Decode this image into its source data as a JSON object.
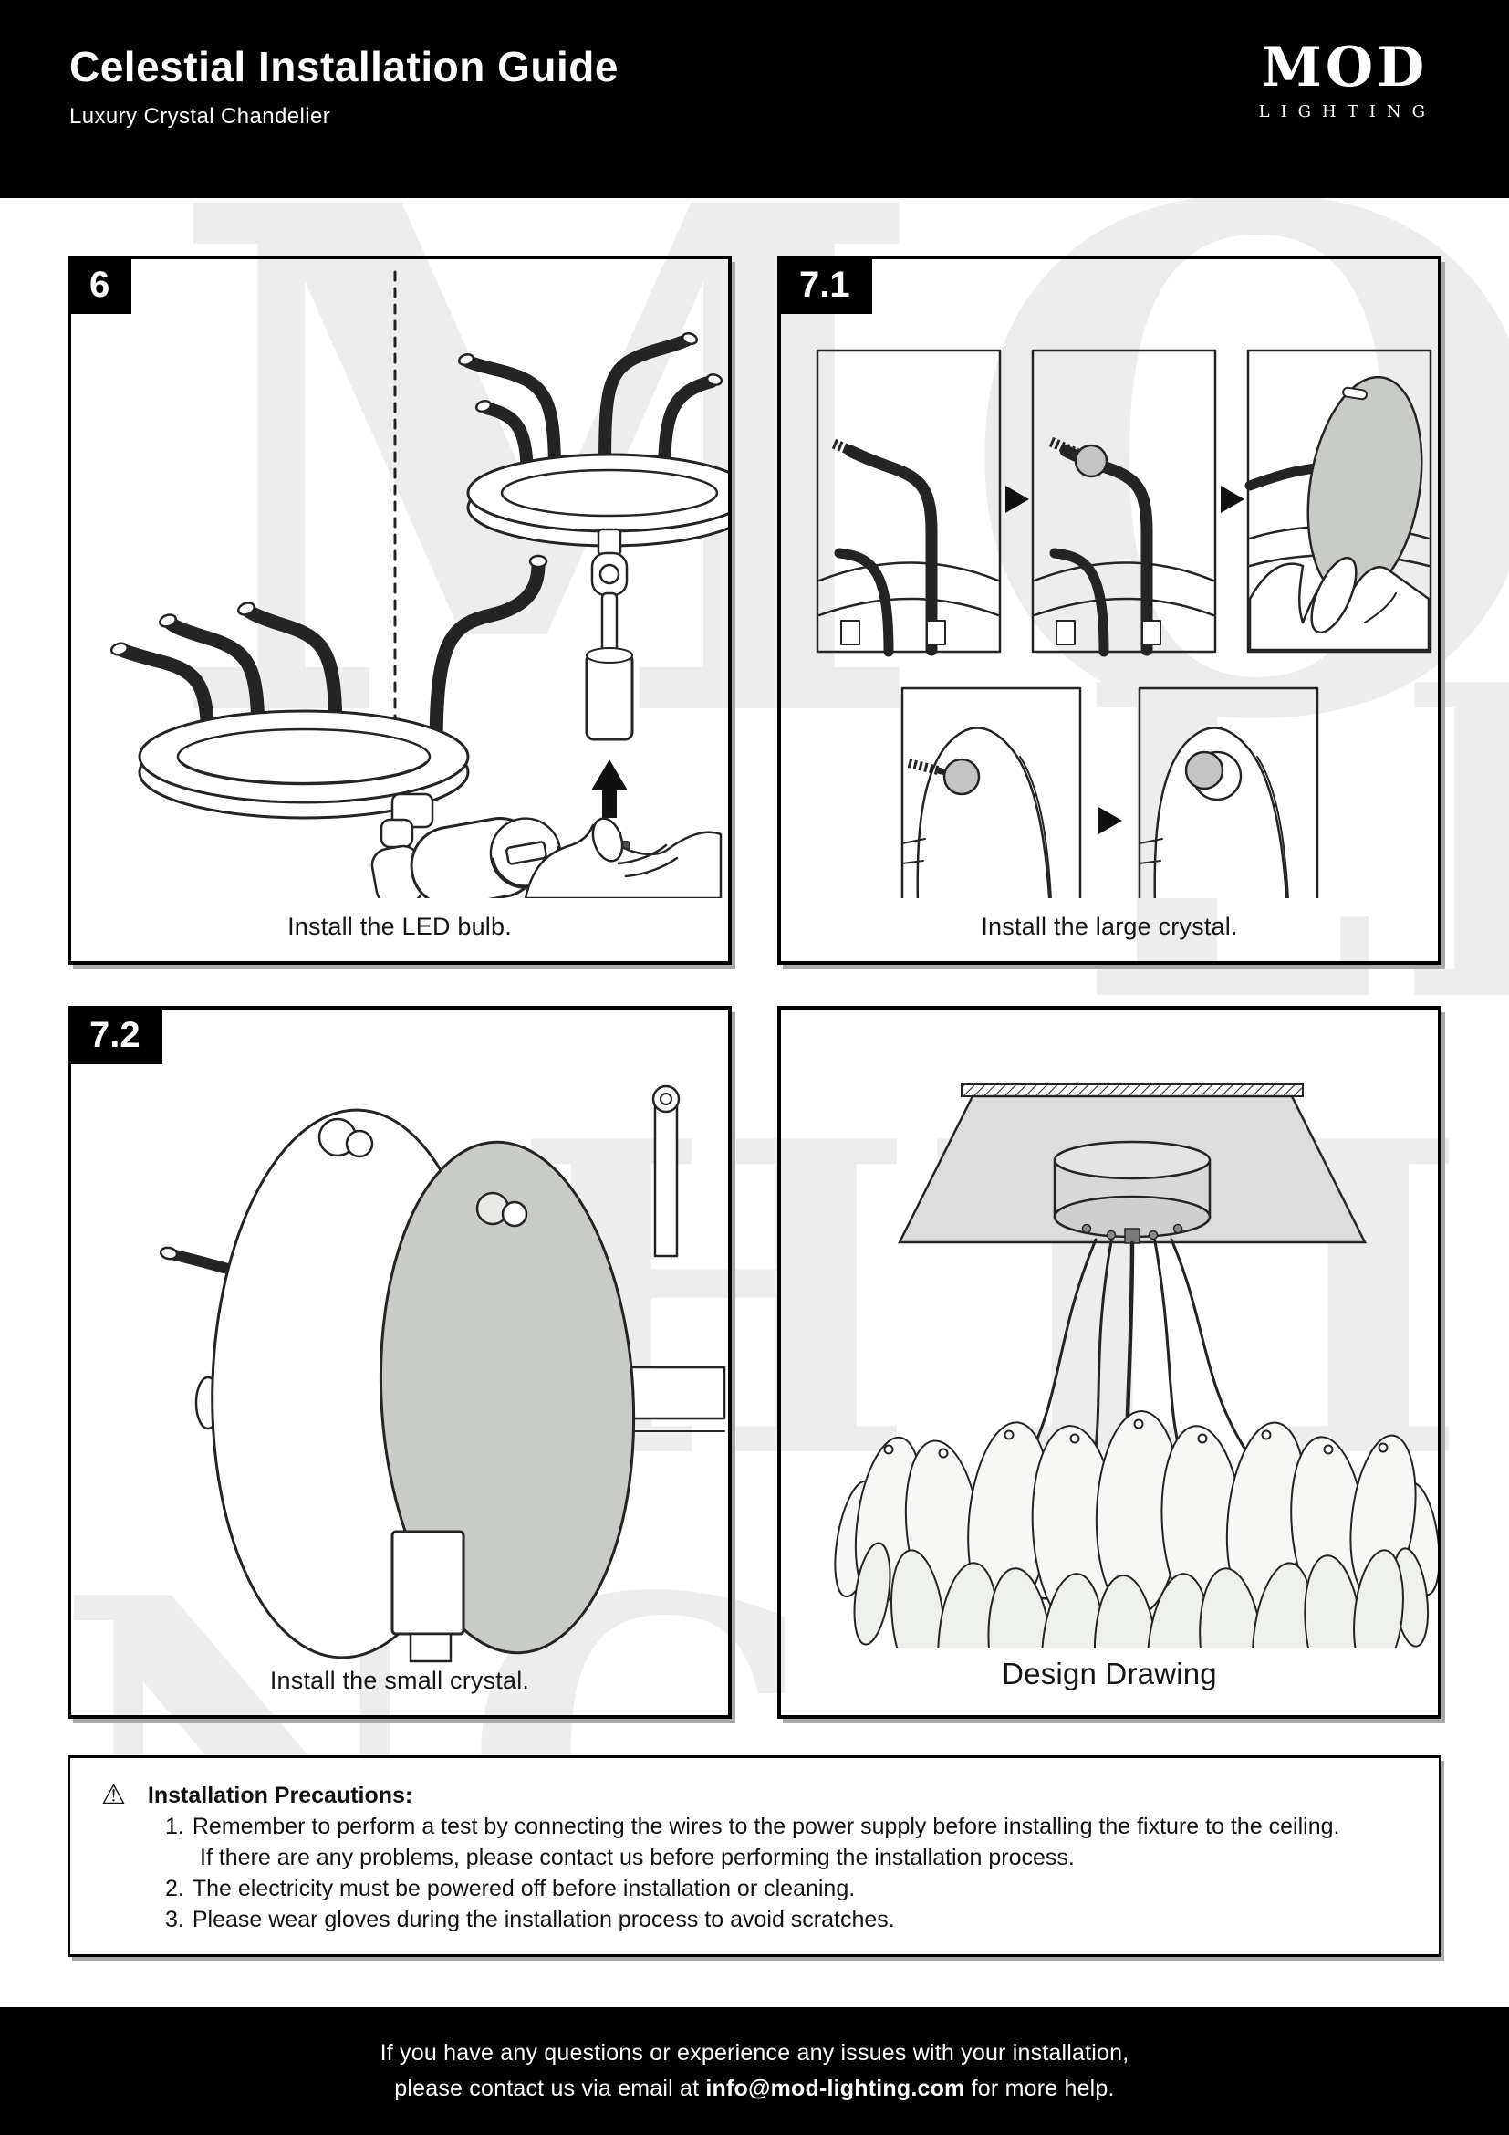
{
  "header": {
    "title": "Celestial Installation Guide",
    "subtitle": "Luxury Crystal Chandelier",
    "logo": {
      "name": "MOD",
      "tagline": "LIGHTING"
    }
  },
  "watermark": {
    "word1": "MOD",
    "seg1": "LIG",
    "seg2": "HTI",
    "seg3": "NG"
  },
  "panels": {
    "step6": {
      "number": "6",
      "caption": "Install the LED bulb."
    },
    "step71": {
      "number": "7.1",
      "caption": "Install the large crystal."
    },
    "step72": {
      "number": "7.2",
      "caption": "Install the small crystal."
    },
    "design": {
      "caption": "Design Drawing"
    }
  },
  "precautions": {
    "icon": "⚠",
    "title": "Installation Precautions:",
    "items": [
      {
        "number": "1.",
        "lines": [
          "Remember to perform a test by connecting the wires to the power supply before installing the fixture to the ceiling.",
          "If there are any problems, please contact us before performing the installation process."
        ]
      },
      {
        "number": "2.",
        "lines": [
          "The electricity must be powered off before installation or cleaning."
        ]
      },
      {
        "number": "3.",
        "lines": [
          "Please wear gloves during the installation process to avoid scratches."
        ]
      }
    ]
  },
  "footer": {
    "line1": "If you have any questions or experience any issues with your installation,",
    "line2_prefix": "please contact us via email at ",
    "email": "info@mod-lighting.com",
    "line2_suffix": " for more help."
  },
  "colors": {
    "header_bg": "#000000",
    "panel_border": "#000000",
    "crystal_gray": "#c9cbc7",
    "watermark_gray": "#ededed"
  }
}
